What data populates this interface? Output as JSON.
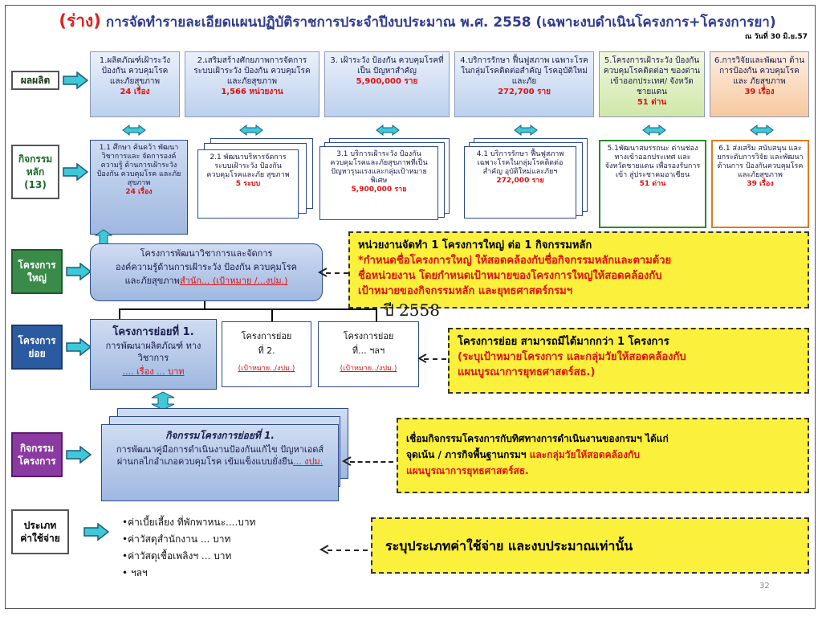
{
  "title": {
    "draft": "(ร่าง)",
    "text": "การจัดทำรายละเอียดแผนปฏิบัติราชการประจำปีงบประมาณ พ.ศ. 2558 (เฉพาะงบดำเนินโครงการ+โครงการยา)"
  },
  "date": "ณ วันที่ 30 มิ.ย.57",
  "rows": {
    "output": "ผลผลิต",
    "main_activity": [
      "กิจกรรม",
      "หลัก",
      "(13)"
    ],
    "main_project": [
      "โครงการ",
      "ใหญ่"
    ],
    "sub_project": [
      "โครงการ",
      "ย่อย"
    ],
    "project_activity": [
      "กิจกรรม",
      "โครงการ"
    ],
    "expense_type": [
      "ประเภท",
      "ค่าใช้จ่าย"
    ]
  },
  "outputs": [
    {
      "text": "1.ผลิตภัณฑ์เฝ้าระวัง ป้องกัน ควบคุมโรค และภัยสุขภาพ",
      "value": "24 เรื่อง"
    },
    {
      "text": "2.เสริมสร้างศักยภาพการจัดการ ระบบเฝ้าระวัง ป้องกัน ควบคุมโรค และภัยสุขภาพ",
      "value": "1,566 หน่วยงาน"
    },
    {
      "text": "3. เฝ้าระวัง ป้องกัน ควบคุมโรคที่เป็น ปัญหาสำคัญ",
      "value": "5,900,000 ราย"
    },
    {
      "text": "4.บริการรักษา ฟื้นฟูสภาพ เฉพาะโรคในกลุ่มโรคติดต่อสำคัญ โรคอุบัติใหม่และภัย",
      "value": "272,700 ราย"
    },
    {
      "text": "5.โครงการเฝ้าระวัง ป้องกัน ควบคุมโรคติดต่อฯ ของด่านเข้าออกประเทศ/ จังหวัดชายแดน",
      "value": "51 ด่าน"
    },
    {
      "text": "6.การวิจัยและพัฒนา ด้านการป้องกัน ควบคุมโรคและ ภัยสุขภาพ",
      "value": "39 เรื่อง"
    }
  ],
  "activities": [
    {
      "text": "1.1 ศึกษา ค้นคว้า พัฒนาวิชาการและ จัดการองค์ความรู้ ด้านการเฝ้าระวัง ป้องกัน ควบคุมโรค และภัยสุขภาพ",
      "value": "24 เรื่อง"
    },
    {
      "text": "2.1 พัฒนาบริหารจัดการ ระบบเฝ้าระวัง ป้องกัน ควบคุมโรคและภัย สุขภาพ",
      "value": "5 ระบบ"
    },
    {
      "text": "3.1 บริการเฝ้าระวัง ป้องกัน ควบคุมโรคและภัยสุขภาพที่เป็น ปัญหารุนแรงและกลุ่มเป้าหมาย พิเศษ",
      "value": "5,900,000 ราย"
    },
    {
      "text": "4.1 บริการรักษา ฟื้นฟูสภาพ เฉพาะโรคในกลุ่มโรคติดต่อ สำคัญ อุบัติใหม่และภัยฯ",
      "value": "272,000 ราย"
    },
    {
      "text": "5.1พัฒนาสมรรถนะ ด่านช่องทางเข้าออกประเทศ และจังหวัดชายแดน เพื่อรองรับการเข้า สู่ประชาคมอาเซียน",
      "value": "51 ด่าน"
    },
    {
      "text": "6.1 ส่งเสริม สนับสนุน และยกระดับการวิจัย และพัฒนาด้านการ ป้องกันควบคุมโรค และภัยสุขภาพ",
      "value": "39 เรื่อง"
    }
  ],
  "main_project_box": {
    "line1": "โครงการพัฒนาวิชาการและจัดการ",
    "line2": "องค์ความรู้ด้านการเฝ้าระวัง ป้องกัน ควบคุมโรค",
    "line3": "และภัยสุขภาพ",
    "link": "สำนัก... (เป้าหมาย /...งปม.)"
  },
  "sub_projects": [
    {
      "title": "โครงการย่อยที่ 1.",
      "text": "การพัฒนาผลิตภัณฑ์ ทางวิชาการ",
      "link": ".... เรื่อง ... บาท"
    },
    {
      "title": "โครงการย่อย",
      "title2": "ที่ 2.",
      "link": "(เป้าหมาย../งปม.)"
    },
    {
      "title": "โครงการย่อย",
      "title2": "ที่... ฯลฯ",
      "link": "(เป้าหมาย../งปม.)"
    }
  ],
  "project_activity_box": {
    "title": "กิจกรรมโครงการย่อยที่ 1.",
    "text": "การพัฒนาคู่มือการดำเนินงานป้องกันแก้ไข ปัญหาเอดส์ ผ่านกลไกอำเภอควบคุมโรค เข้มแข็งแบบยั่งยืน",
    "link": "... งปม."
  },
  "expenses": [
    "•ค่าเบี้ยเลี้ยง ที่พักพาหนะ....บาท",
    "•ค่าวัสดุสำนักงาน ... บาท",
    "•ค่าวัสดุเชื้อเพลิงฯ ... บาท",
    "• ฯลฯ"
  ],
  "notes": {
    "n1": {
      "line1": "หน่วยงานจัดทำ 1 โครงการใหญ่ ต่อ 1 กิจกรรมหลัก",
      "line2": "*กำหนดชื่อโครงการใหญ่ ให้สอดคล้องกับชื่อกิจกรรมหลักและตามด้วย",
      "line3": "ชื่อหน่วยงาน โดยกำหนดเป้าหมายของโครงการใหญ่ให้สอดคล้องกับ",
      "line4": "เป้าหมายของกิจกรรมหลัก และยุทธศาสตร์กรมฯ",
      "overlay": "ปี 2558"
    },
    "n2": {
      "line1": "โครงการย่อย สามารถมีได้มากกว่า 1 โครงการ",
      "line2": "(ระบุเป้าหมายโครงการ และกลุ่มวัยให้สอดคล้องกับ",
      "line3": "แผนบูรณาการยุทธศาสตร์สธ.)"
    },
    "n3": {
      "line1": "เชื่อมกิจกรรมโครงการกับทิศทางการดำเนินงานของกรมฯ ได้แก่",
      "line2a": "จุดเน้น / ภารกิจพื้นฐานกรมฯ ",
      "line2b": "และกลุ่มวัยให้สอดคล้องกับ",
      "line3": "แผนบูรณาการยุทธศาสตร์สธ."
    },
    "n4": "ระบุประเภทค่าใช้จ่าย และงบประมาณเท่านั้น"
  },
  "page_number": "32",
  "colors": {
    "title": "#2f3a8f",
    "draft": "#e02020",
    "note_bg": "#fbf03c",
    "side_green": "#3a8a4a",
    "side_blue": "#2a5aa0",
    "side_purple": "#8a3aa0"
  }
}
